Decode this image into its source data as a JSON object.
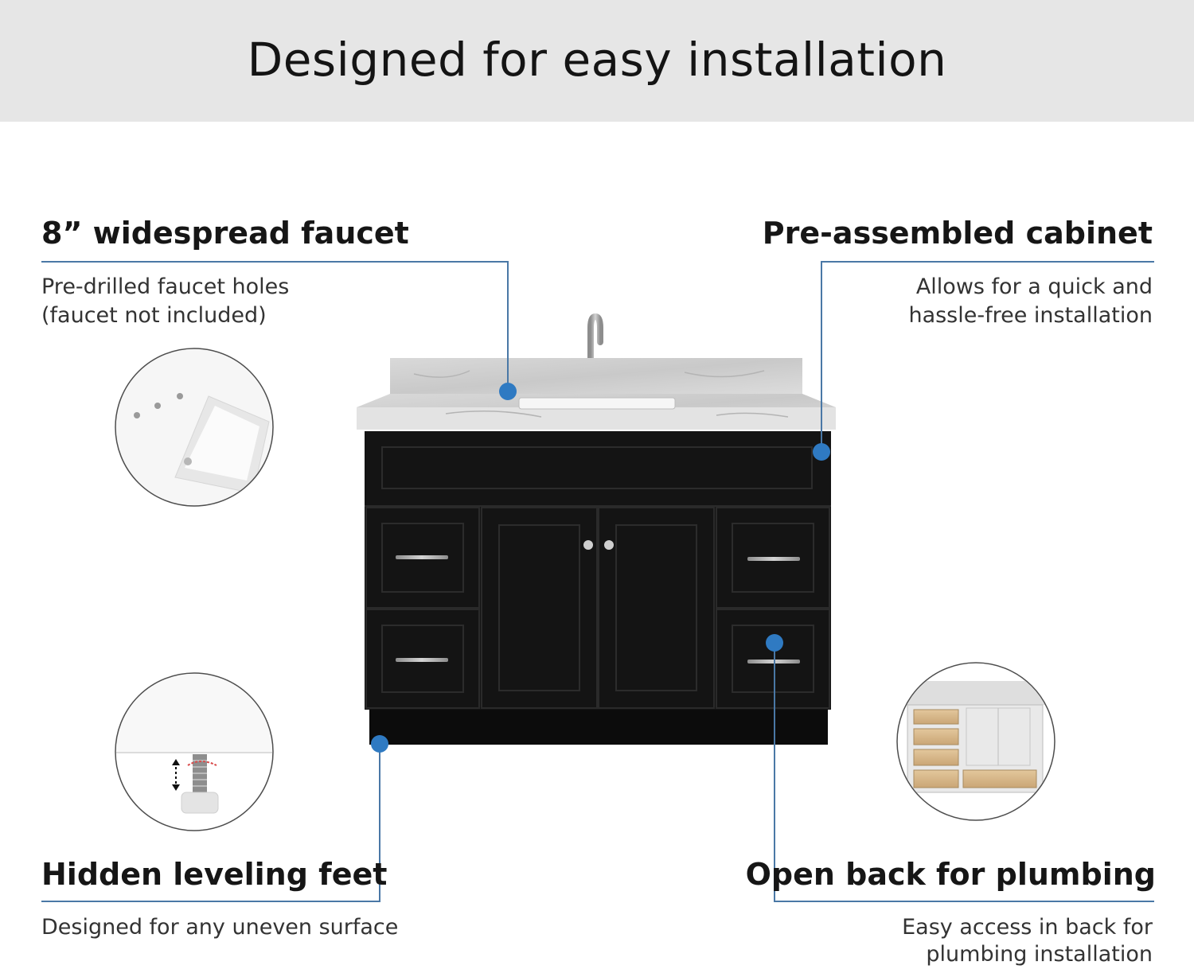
{
  "header": {
    "title": "Designed for easy installation"
  },
  "features": {
    "faucet": {
      "title": "8” widespread faucet",
      "desc_line1": "Pre-drilled faucet holes",
      "desc_line2": "(faucet not included)"
    },
    "cabinet": {
      "title": "Pre-assembled cabinet",
      "desc_line1": "Allows for  a quick and",
      "desc_line2": "hassle-free installation"
    },
    "feet": {
      "title": "Hidden leveling feet",
      "desc_line1": "Designed for any uneven surface"
    },
    "plumbing": {
      "title": "Open back for plumbing",
      "desc_line1": "Easy access in back for",
      "desc_line2": "plumbing installation"
    }
  },
  "colors": {
    "accent": "#2f7ac2",
    "line": "#4a78a6",
    "cabinet": "#141414",
    "banner": "#e6e6e6"
  }
}
